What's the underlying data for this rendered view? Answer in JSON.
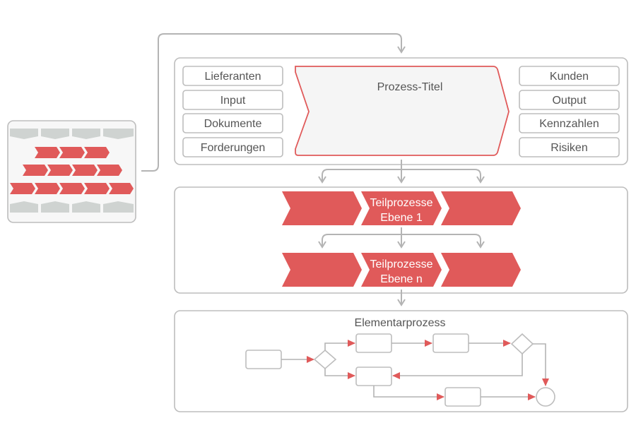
{
  "overview": {
    "left_items": [
      "Lieferanten",
      "Input",
      "Dokumente",
      "Forderungen"
    ],
    "right_items": [
      "Kunden",
      "Output",
      "Kennzahlen",
      "Risiken"
    ],
    "process_title": "Prozess-Titel"
  },
  "subprocesses": {
    "level1": [
      "Teilprozesse",
      "Ebene 1"
    ],
    "leveln": [
      "Teilprozesse",
      "Ebene n"
    ]
  },
  "elementary": {
    "title": "Elementarprozess"
  },
  "colors": {
    "accent_red": "#e05a5a",
    "line_grey": "#b4b4b4",
    "thumb_grey": "#cfd3d1"
  }
}
